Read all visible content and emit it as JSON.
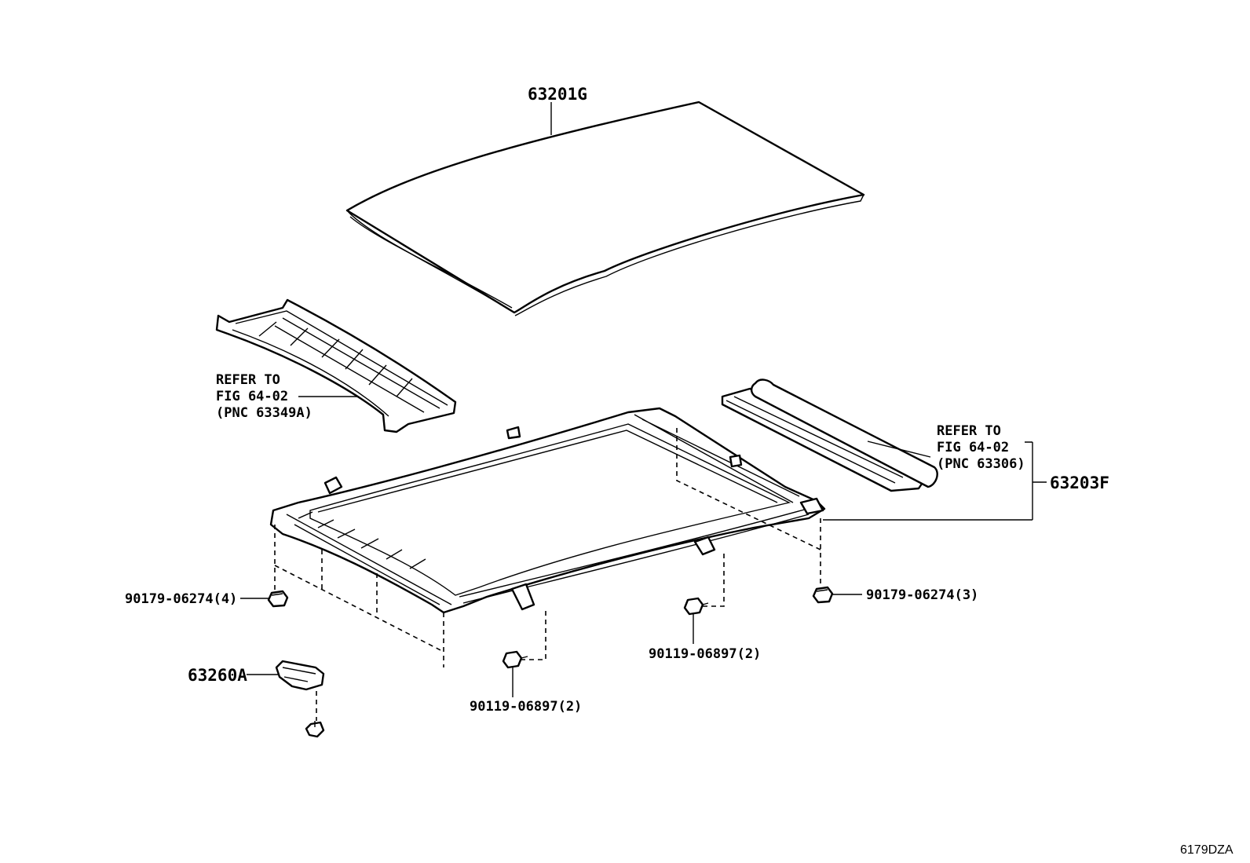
{
  "diagram": {
    "parts": {
      "roof_panel": "63201G",
      "sunroof_housing": "63203F",
      "drain_hose": "63260A"
    },
    "refer_front": {
      "line1": "REFER TO",
      "line2": "FIG 64-02",
      "line3": "(PNC 63349A)"
    },
    "refer_rear": {
      "line1": "REFER TO",
      "line2": "FIG 64-02",
      "line3": "(PNC 63306)"
    },
    "fasteners": {
      "nut_left": "90179-06274(4)",
      "nut_right": "90179-06274(3)",
      "bolt_center": "90119-06897(2)",
      "bolt_right": "90119-06897(2)"
    },
    "figure_code": "6179DZA"
  }
}
